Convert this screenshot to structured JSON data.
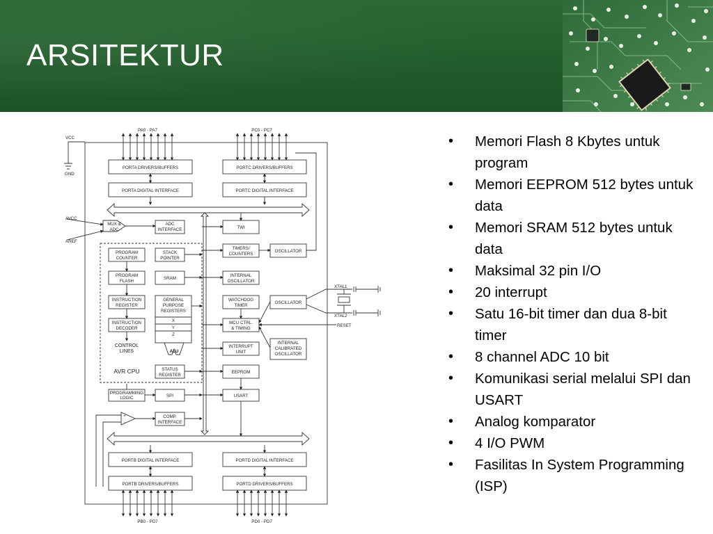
{
  "slide": {
    "title": "ARSITEKTUR"
  },
  "colors": {
    "header_green": "#235c2c",
    "title_text": "#ffffff",
    "body_text": "#000000"
  },
  "bullets": [
    "Memori Flash 8 Kbytes untuk program",
    "Memori EEPROM 512 bytes untuk data",
    "Memori SRAM 512 bytes untuk data",
    "Maksimal 32 pin I/O",
    "20 interrupt",
    "Satu 16-bit timer dan dua 8-bit timer",
    "8 channel ADC 10 bit",
    "Komunikasi serial melalui SPI dan USART",
    "Analog komparator",
    "4 I/O PWM",
    "Fasilitas In System Programming (ISP)"
  ],
  "diagram": {
    "pins": {
      "vcc": "VCC",
      "gnd": "GND",
      "avcc": "AVCC",
      "aref": "AREF",
      "xtal1": "XTAL1",
      "xtal2": "XTAL2",
      "reset": "RESET",
      "pa": "PA0 - PA7",
      "pc": "PC0 - PC7",
      "pb": "PB0 - PD7",
      "pd": "PD0 - PD7"
    },
    "blocks": {
      "porta_drivers": "PORTA DRIVERS/BUFFERS",
      "porta_digital": "PORTA DIGITAL INTERFACE",
      "portc_drivers": "PORTC DRIVERS/BUFFERS",
      "portc_digital": "PORTC DIGITAL INTERFACE",
      "mux_adc": [
        "MUX &",
        "ADC"
      ],
      "adc_interface": [
        "ADC",
        "INTERFACE"
      ],
      "twi": "TWI",
      "program_counter": [
        "PROGRAM",
        "COUNTER"
      ],
      "stack_pointer": [
        "STACK",
        "POINTER"
      ],
      "timers_counters": [
        "TIMERS/",
        "COUNTERS"
      ],
      "oscillator_top": "OSCILLATOR",
      "program_flash": [
        "PROGRAM",
        "FLASH"
      ],
      "sram": "SRAM",
      "internal_oscillator": [
        "INTERNAL",
        "OSCILLATOR"
      ],
      "instruction_register": [
        "INSTRUCTION",
        "REGISTER"
      ],
      "gp_registers": [
        "GENERAL",
        "PURPOSE",
        "REGISTERS"
      ],
      "reg_x": "X",
      "reg_y": "Y",
      "reg_z": "Z",
      "watchdog_timer": [
        "WATCHDOG",
        "TIMER"
      ],
      "oscillator_mid": "OSCILLATOR",
      "instruction_decoder": [
        "INSTRUCTION",
        "DECODER"
      ],
      "mcu_ctrl": [
        "MCU CTRL.",
        "& TIMING"
      ],
      "control_lines": [
        "CONTROL",
        "LINES"
      ],
      "alu": "ALU",
      "interrupt_unit": [
        "INTERRUPT",
        "UNIT"
      ],
      "internal_calibrated": [
        "INTERNAL",
        "CALIBRATED",
        "OSCILLATOR"
      ],
      "avr_cpu": "AVR CPU",
      "status_register": [
        "STATUS",
        "REGISTER"
      ],
      "eeprom": "EEPROM",
      "programming_logic": [
        "PROGRAMMING",
        "LOGIC"
      ],
      "spi": "SPI",
      "usart": "USART",
      "comp_interface": [
        "COMP.",
        "INTERFACE"
      ],
      "portb_digital": "PORTB DIGITAL INTERFACE",
      "portd_digital": "PORTD DIGITAL INTERFACE",
      "portb_drivers": "PORTB DRIVERS/BUFFERS",
      "portd_drivers": "PORTD DRIVERS/BUFFERS"
    },
    "comparator_signs": {
      "plus": "+",
      "minus": "-"
    }
  }
}
